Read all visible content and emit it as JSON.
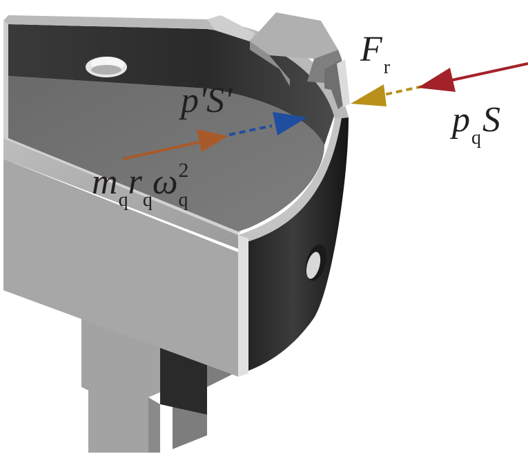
{
  "labels": {
    "fr": {
      "main": "F",
      "sub": "r"
    },
    "ps": {
      "main": "p'S'"
    },
    "pq": {
      "main": "p",
      "sub": "q",
      "main2": "S"
    },
    "mq": {
      "m": "m",
      "q1": "q",
      "r": "r",
      "q2": "q",
      "w": "ω",
      "q3": "q",
      "exp": "2"
    }
  },
  "colors": {
    "arrow_radial": "#a85a2a",
    "arrow_blue": "#1f4ea0",
    "arrow_gold": "#b8901a",
    "arrow_red": "#a3222a",
    "text": "#231f20",
    "body_light": "#9a9a9a",
    "body_top": "#b6b6b6",
    "body_dark": "#2b2b2b"
  }
}
